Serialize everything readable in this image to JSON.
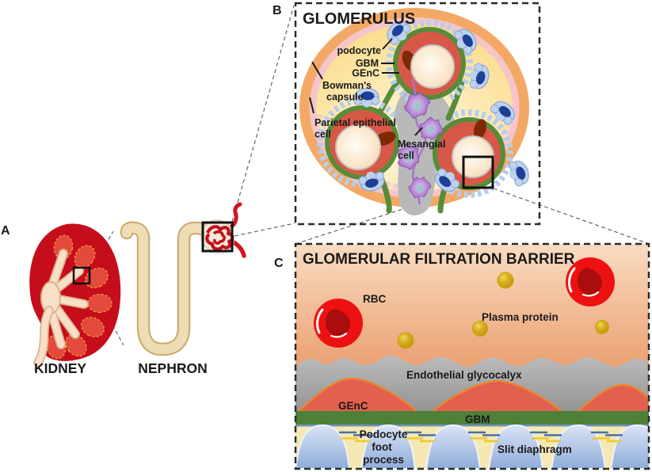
{
  "figure": {
    "panels": {
      "a": {
        "letter": "A",
        "kidney_caption": "KIDNEY",
        "nephron_caption": "NEPHRON"
      },
      "b": {
        "letter": "B",
        "title": "GLOMERULUS",
        "labels": {
          "podocyte": "podocyte",
          "gbm": "GBM",
          "genc": "GEnC",
          "bowmans_1": "Bowman's",
          "bowmans_2": "capsule",
          "parietal_1": "Parietal epithelial",
          "parietal_2": "cell",
          "mesangial_1": "Mesangial",
          "mesangial_2": "cell"
        }
      },
      "c": {
        "letter": "C",
        "title": "GLOMERULAR FILTRATION BARRIER",
        "labels": {
          "rbc": "RBC",
          "plasma_protein": "Plasma protein",
          "endothelial_glycocalyx": "Endothelial glycocalyx",
          "genc": "GEnC",
          "gbm": "GBM",
          "podocyte_foot_1": "Podocyte",
          "podocyte_foot_2": "foot",
          "podocyte_foot_3": "process",
          "slit_diaphragm": "Slit diaphragm"
        }
      }
    },
    "colors": {
      "kidney_red": "#c60d1c",
      "renal_pyramid_red": "#e24a3c",
      "pelvis_cream": "#f7dfc9",
      "nephron_tube_tan": "#eedcb4",
      "bowman_capsule_orange": "#f3a965",
      "parietal_pink": "#f6c5ca",
      "bowman_space_yellow": "#fbdb8a",
      "capillary_red": "#d85848",
      "gbm_green": "#4e8039",
      "podocyte_blue": "#bdd2ef",
      "podocyte_nucleus_blue": "#1d3f97",
      "mesangial_purple": "#a468c8",
      "mesangium_gray": "#b9b9b9",
      "rbc_red": "#ee1111",
      "plasma_protein_gold": "#d4a91c",
      "glycocalyx_gray": "#a9a9a9",
      "genc_red": "#e2604e",
      "foot_process_cream": "#f6e8b2",
      "slit_blue": "#4a6fa8",
      "slit_yellow": "#eec832"
    }
  }
}
